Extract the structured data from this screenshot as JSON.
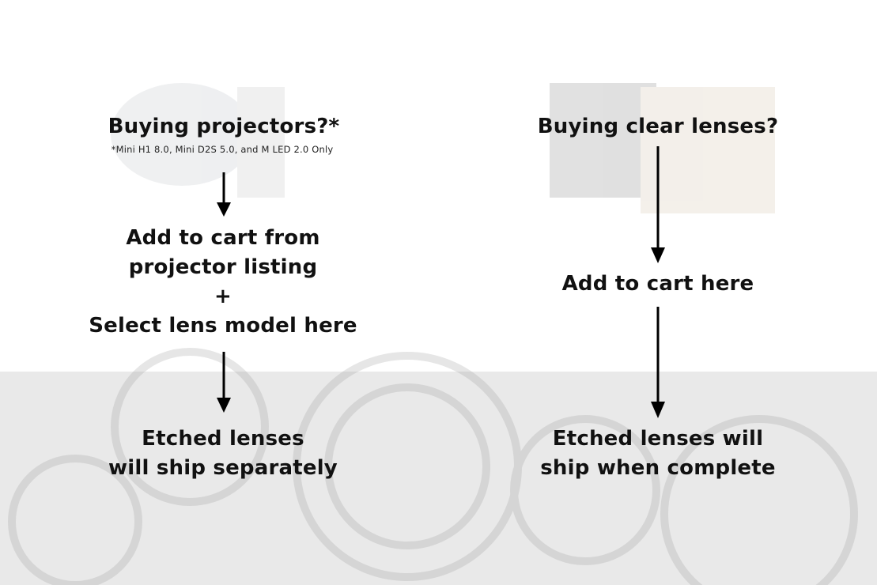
{
  "left": {
    "heading": "Buying projectors?*",
    "note": "*Mini H1 8.0, Mini D2S 5.0, and M LED 2.0 Only",
    "step1_line1": "Add to cart from",
    "step1_line2": "projector listing",
    "plus": "+",
    "step1_line3": "Select lens model here",
    "result_line1": "Etched lenses",
    "result_line2": "will ship separately"
  },
  "right": {
    "heading": "Buying clear lenses?",
    "step1": "Add to cart here",
    "result_line1": "Etched lenses will",
    "result_line2": "ship when complete"
  }
}
